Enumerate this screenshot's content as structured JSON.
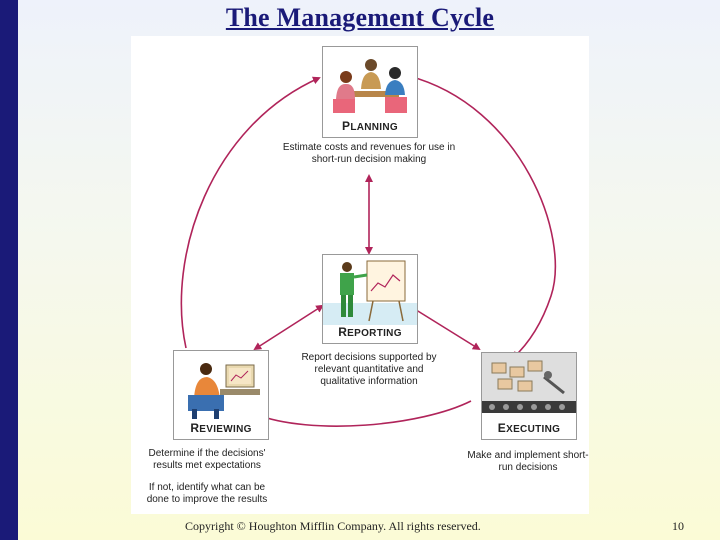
{
  "title": "The Management Cycle",
  "footer": {
    "copyright": "Copyright © Houghton Mifflin Company. All rights reserved.",
    "page_number": "10"
  },
  "stages": {
    "planning": {
      "label": "PLANNING",
      "description": "Estimate costs and revenues for use in short-run decision making"
    },
    "reporting": {
      "label": "REPORTING",
      "description": "Report decisions supported by relevant quantitative and qualitative information"
    },
    "reviewing": {
      "label": "REVIEWING",
      "description": "Determine if the decisions' results met expectations",
      "description_2": "If not, identify what can be done to improve the results"
    },
    "executing": {
      "label": "EXECUTING",
      "description": "Make and implement short-run decisions"
    }
  },
  "colors": {
    "sidebar": "#1a1a78",
    "title": "#1a1a78",
    "cycle_arrow": "#b0245a"
  }
}
